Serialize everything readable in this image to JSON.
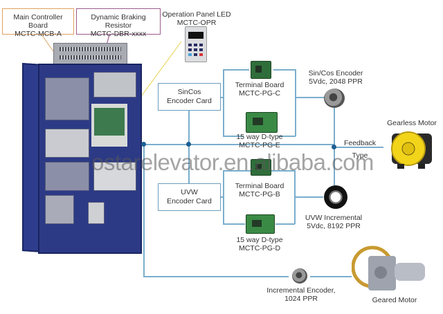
{
  "callouts": {
    "main_controller": {
      "line1": "Main Controller Board",
      "line2": "MCTC-MCB-A",
      "color": "#e0a060"
    },
    "braking_resistor": {
      "line1": "Dynamic Braking Resistor",
      "line2": "MCTC-DBR-xxxx",
      "color": "#9a5a8a"
    },
    "operation_panel": {
      "line1": "Operation Panel LED",
      "line2": "MCTC-OPR",
      "color": "#e8d050"
    }
  },
  "encoder_cards": {
    "sincos": {
      "line1": "SinCos",
      "line2": "Encoder Card"
    },
    "uvw": {
      "line1": "UVW",
      "line2": "Encoder Card"
    }
  },
  "boards": {
    "pg_c": {
      "line1": "Terminal Board",
      "line2": "MCTC-PG-C"
    },
    "pg_e": {
      "line1": "15 way D-type",
      "line2": "MCTC-PG-E"
    },
    "pg_b": {
      "line1": "Terminal Board",
      "line2": "MCTC-PG-B"
    },
    "pg_d": {
      "line1": "15 way D-type",
      "line2": "MCTC-PG-D"
    }
  },
  "encoders": {
    "sincos": {
      "line1": "Sin/Cos Encoder",
      "line2": "5Vdc, 2048 PPR"
    },
    "uvw": {
      "line1": "UVW Incremental",
      "line2": "5Vdc, 8192 PPR"
    },
    "incremental": {
      "line1": "Incremental Encoder,",
      "line2": "1024 PPR"
    }
  },
  "motors": {
    "gearless": "Gearless Motor",
    "geared": "Geared Motor"
  },
  "feedback": {
    "line1": "Feedback",
    "line2": "Type"
  },
  "watermark": "ostarelevator.en.alibaba.com",
  "colors": {
    "connector_line": "#7aaecd",
    "node_dot": "#1d5f94",
    "cabinet": "#2c3a86"
  }
}
